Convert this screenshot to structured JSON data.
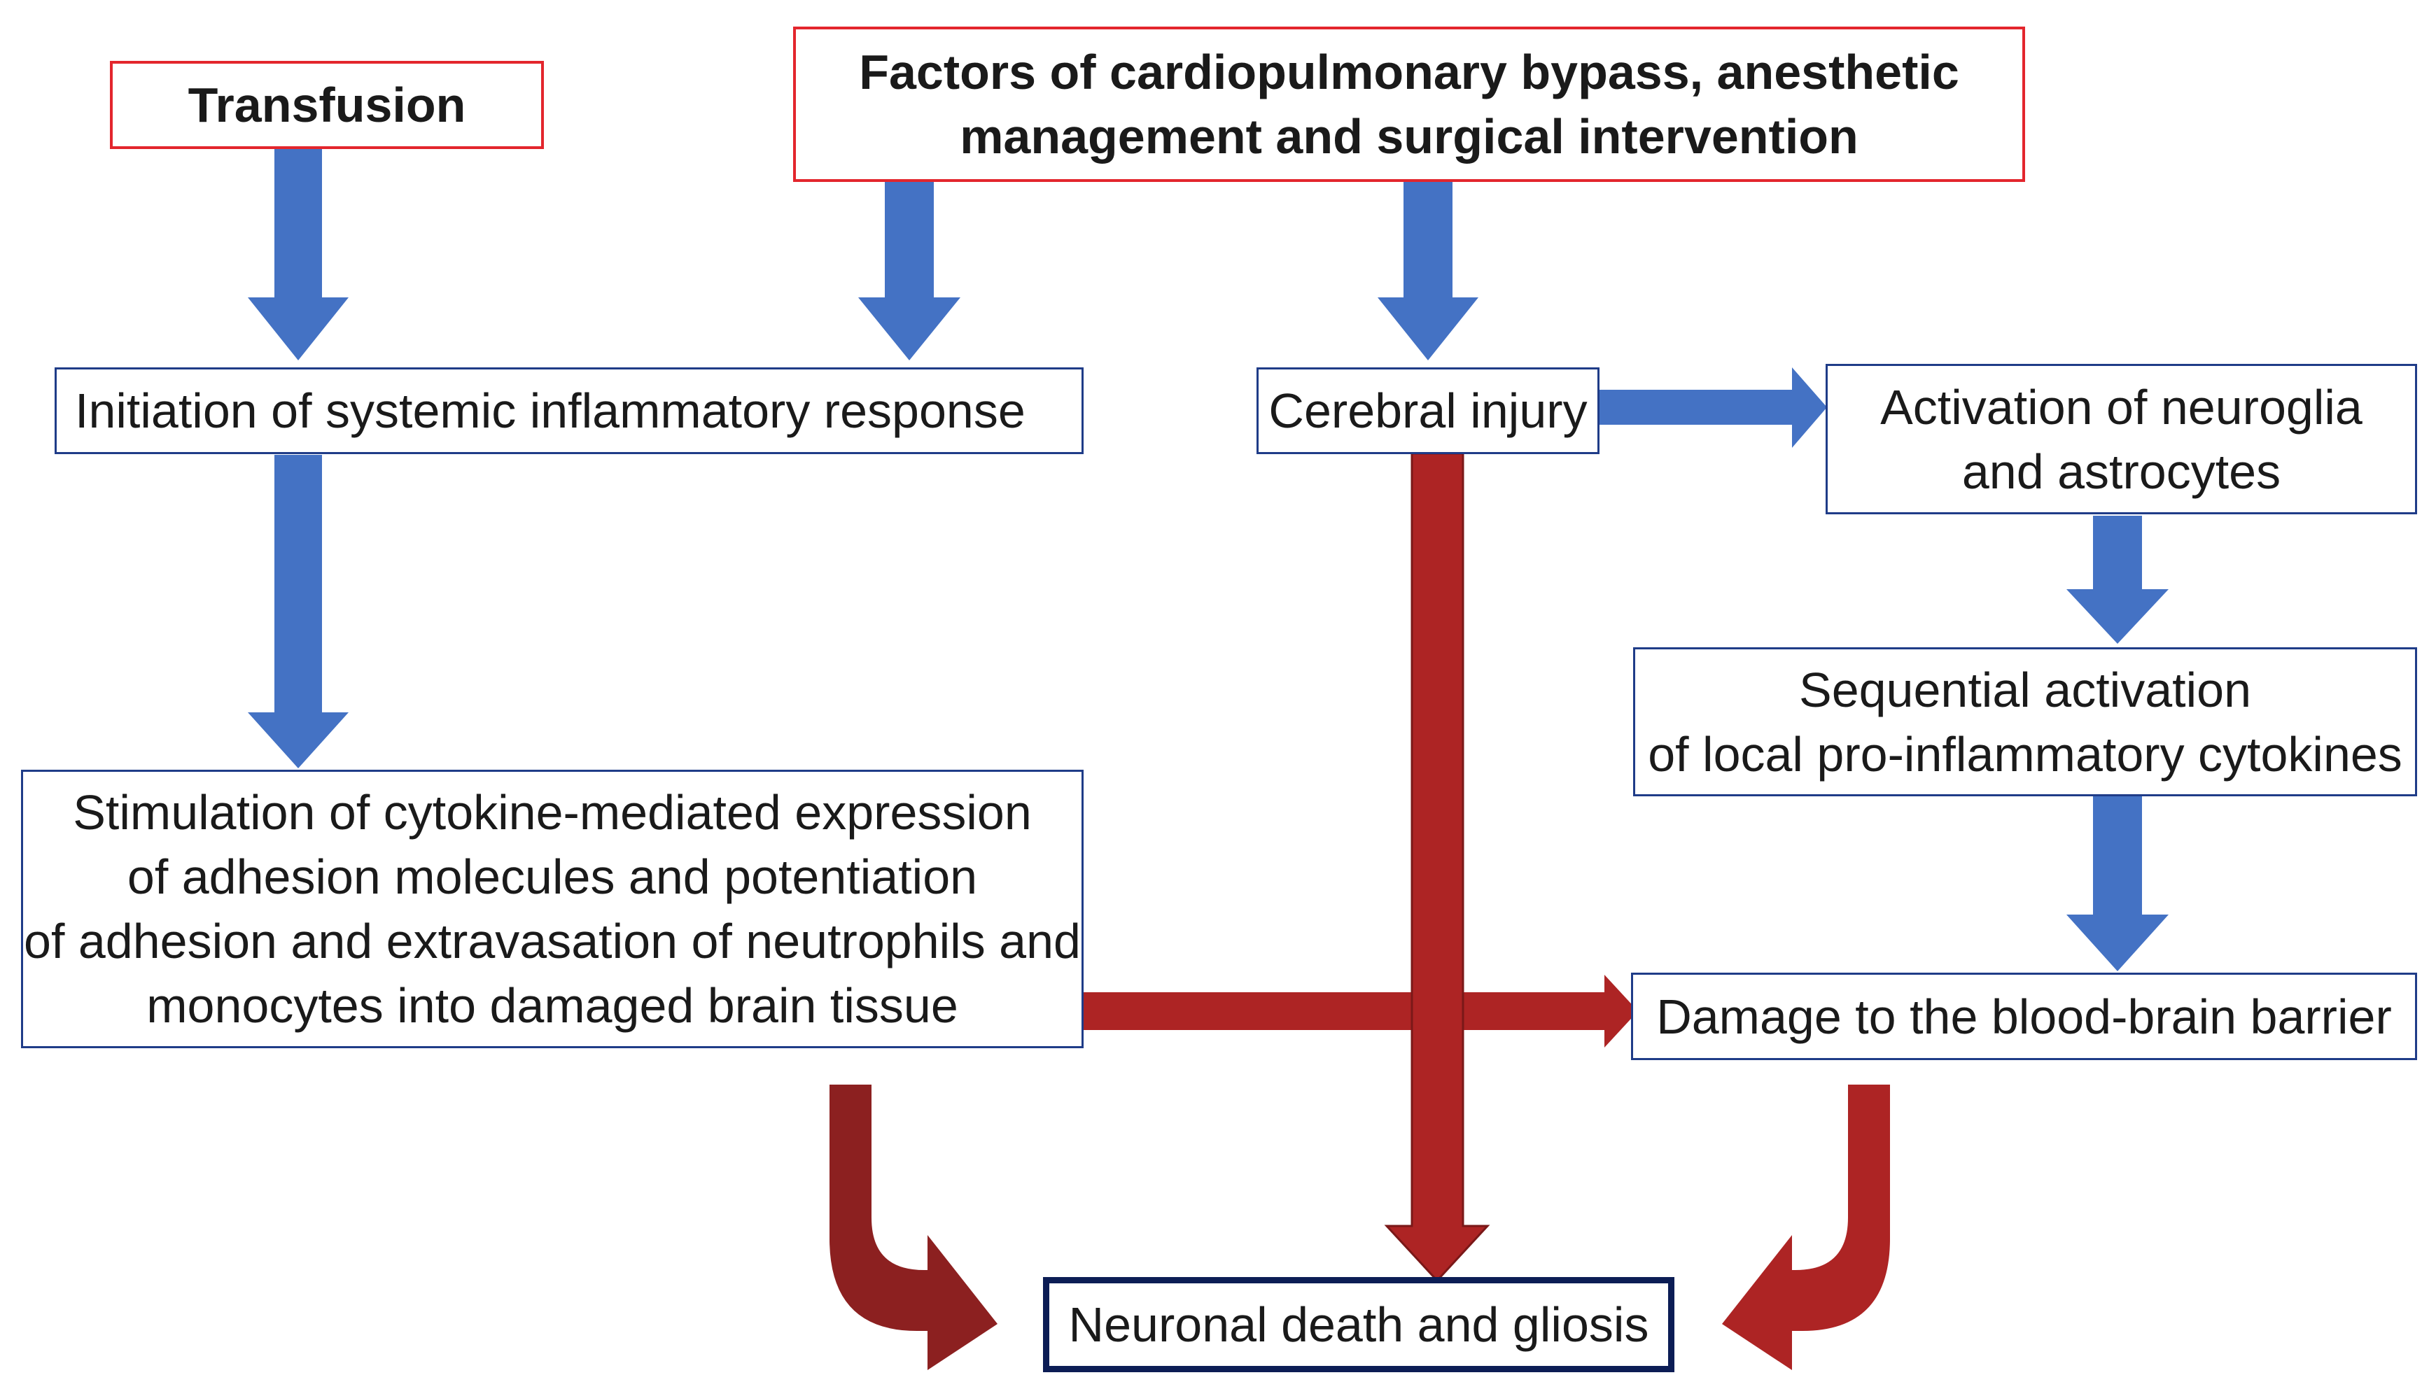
{
  "colors": {
    "blue_arrow": "#4472c4",
    "red_arrow": "#ad2424",
    "dark_red_arrow": "#8c2020",
    "source_border": "#e3262d",
    "outcome_border": "#0c1d55",
    "box_border": "#1f3c88"
  },
  "nodes": {
    "transfusion": {
      "lines": [
        "Transfusion"
      ]
    },
    "factors": {
      "lines": [
        "Factors of cardiopulmonary bypass, anesthetic",
        "management and surgical intervention"
      ]
    },
    "systemic_inflammatory": {
      "lines": [
        "Initiation of systemic inflammatory response"
      ]
    },
    "cerebral_injury": {
      "lines": [
        "Cerebral injury"
      ]
    },
    "neuroglia": {
      "lines": [
        "Activation of neuroglia",
        "and astrocytes"
      ]
    },
    "cytokines": {
      "lines": [
        "Sequential activation",
        "of local pro-inflammatory cytokines"
      ]
    },
    "adhesion": {
      "lines": [
        "Stimulation of cytokine-mediated expression",
        "of adhesion molecules and potentiation",
        "of adhesion and extravasation of neutrophils and",
        "monocytes into damaged brain tissue"
      ]
    },
    "bbb": {
      "lines": [
        "Damage to the blood-brain barrier"
      ]
    },
    "outcome": {
      "lines": [
        "Neuronal death and gliosis"
      ]
    }
  },
  "edges": [
    {
      "from": "transfusion",
      "to": "systemic_inflammatory",
      "color": "blue"
    },
    {
      "from": "factors",
      "to": "systemic_inflammatory",
      "color": "blue"
    },
    {
      "from": "factors",
      "to": "cerebral_injury",
      "color": "blue"
    },
    {
      "from": "cerebral_injury",
      "to": "neuroglia",
      "color": "blue"
    },
    {
      "from": "systemic_inflammatory",
      "to": "adhesion",
      "color": "blue"
    },
    {
      "from": "neuroglia",
      "to": "cytokines",
      "color": "blue"
    },
    {
      "from": "cytokines",
      "to": "bbb",
      "color": "blue"
    },
    {
      "from": "adhesion",
      "to": "bbb",
      "color": "red"
    },
    {
      "from": "cerebral_injury",
      "to": "outcome",
      "color": "red"
    },
    {
      "from": "adhesion",
      "to": "outcome",
      "color": "red"
    },
    {
      "from": "bbb",
      "to": "outcome",
      "color": "red"
    }
  ]
}
